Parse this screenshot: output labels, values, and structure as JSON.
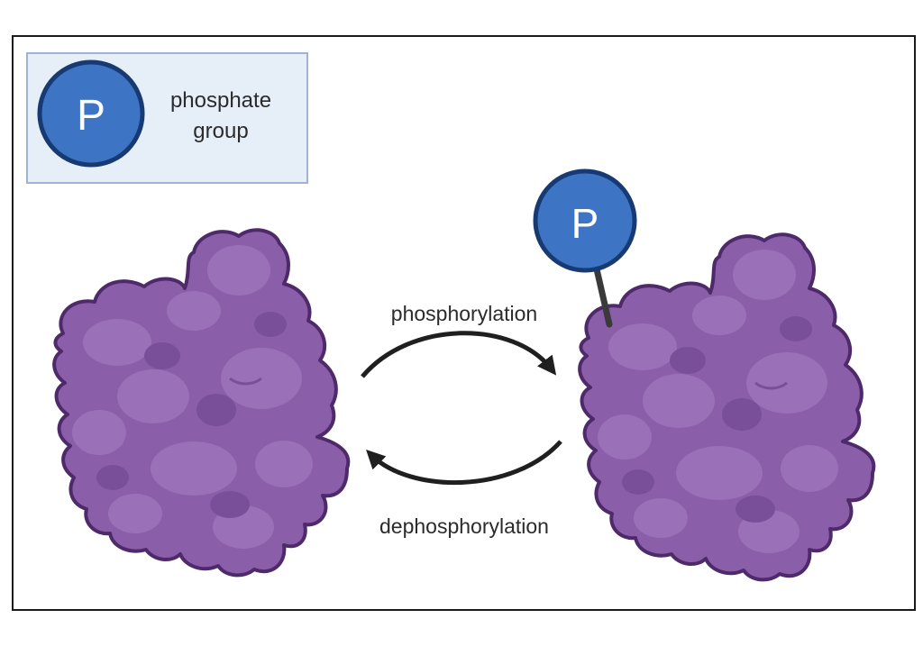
{
  "legend": {
    "badge_letter": "P",
    "label_line1": "phosphate",
    "label_line2": "group"
  },
  "arrows": {
    "forward_label": "phosphorylation",
    "reverse_label": "dephosphorylation"
  },
  "attached_phosphate": {
    "badge_letter": "P"
  },
  "colors": {
    "frame": "#1a1a1a",
    "legend_fill": "#e6eef8",
    "legend_border": "#9db4d6",
    "phosphate_fill": "#3d74c4",
    "phosphate_stroke": "#173a73",
    "protein_fill": "#8a5ea8",
    "protein_light": "#9a70b8",
    "protein_dark": "#7a4f99",
    "protein_stroke": "#4e2a6b",
    "arrow": "#1f1f1f",
    "linker": "#3a3a3a"
  }
}
